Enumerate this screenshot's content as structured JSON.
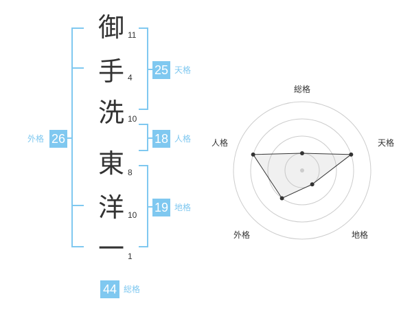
{
  "name": {
    "characters": [
      {
        "char": "御",
        "strokes": "11"
      },
      {
        "char": "手",
        "strokes": "4"
      },
      {
        "char": "洗",
        "strokes": "10"
      },
      {
        "char": "東",
        "strokes": "8"
      },
      {
        "char": "洋",
        "strokes": "10"
      },
      {
        "char": "一",
        "strokes": "1"
      }
    ]
  },
  "fortune": {
    "tenkaku": {
      "value": "25",
      "label": "天格"
    },
    "jinkaku": {
      "value": "18",
      "label": "人格"
    },
    "chikaku": {
      "value": "19",
      "label": "地格"
    },
    "gaikaku": {
      "value": "26",
      "label": "外格"
    },
    "soukaku": {
      "value": "44",
      "label": "総格"
    }
  },
  "colors": {
    "accent": "#7fc8f0",
    "text": "#333333"
  },
  "radar": {
    "axes": [
      "総格",
      "天格",
      "地格",
      "外格",
      "人格"
    ],
    "max": 4,
    "values": [
      1,
      3,
      1,
      2,
      3
    ]
  }
}
